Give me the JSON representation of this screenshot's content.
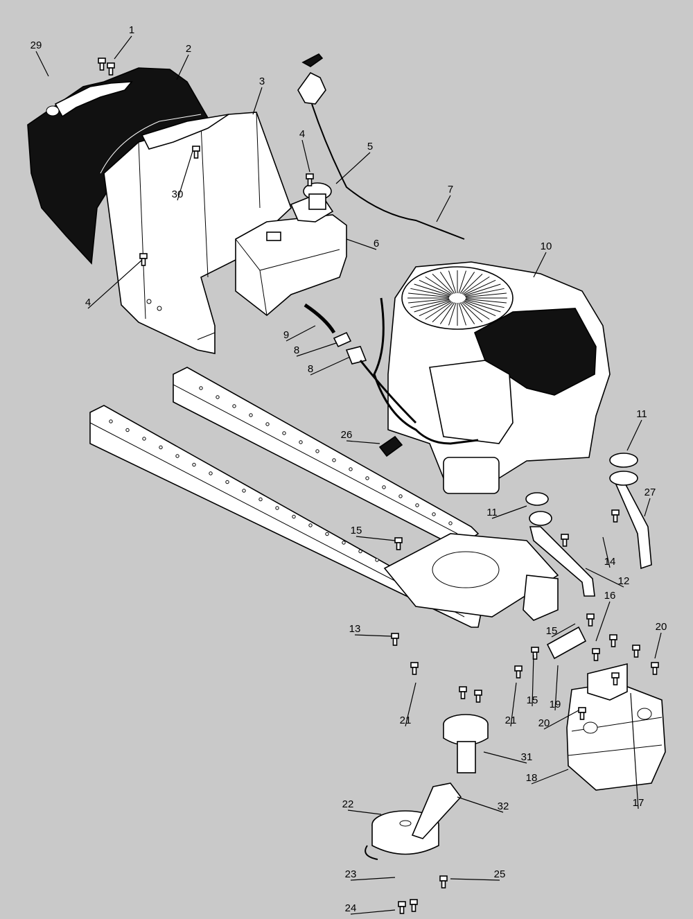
{
  "diagram": {
    "background_color": "#c9c9c9",
    "line_color": "#000000",
    "callouts": [
      {
        "id": "c29",
        "label": "29"
      },
      {
        "id": "c1",
        "label": "1"
      },
      {
        "id": "c2",
        "label": "2"
      },
      {
        "id": "c3",
        "label": "3"
      },
      {
        "id": "c4a",
        "label": "4"
      },
      {
        "id": "c5",
        "label": "5"
      },
      {
        "id": "c30",
        "label": "30"
      },
      {
        "id": "c6",
        "label": "6"
      },
      {
        "id": "c7",
        "label": "7"
      },
      {
        "id": "c10",
        "label": "10"
      },
      {
        "id": "c4b",
        "label": "4"
      },
      {
        "id": "c9",
        "label": "9"
      },
      {
        "id": "c8a",
        "label": "8"
      },
      {
        "id": "c8b",
        "label": "8"
      },
      {
        "id": "c26",
        "label": "26"
      },
      {
        "id": "c11a",
        "label": "11"
      },
      {
        "id": "c27",
        "label": "27"
      },
      {
        "id": "c11b",
        "label": "11"
      },
      {
        "id": "c15a",
        "label": "15"
      },
      {
        "id": "c14",
        "label": "14"
      },
      {
        "id": "c12",
        "label": "12"
      },
      {
        "id": "c16",
        "label": "16"
      },
      {
        "id": "c13",
        "label": "13"
      },
      {
        "id": "c15b",
        "label": "15"
      },
      {
        "id": "c20a",
        "label": "20"
      },
      {
        "id": "c15c",
        "label": "15"
      },
      {
        "id": "c19",
        "label": "19"
      },
      {
        "id": "c21a",
        "label": "21"
      },
      {
        "id": "c21b",
        "label": "21"
      },
      {
        "id": "c20b",
        "label": "20"
      },
      {
        "id": "c31",
        "label": "31"
      },
      {
        "id": "c18",
        "label": "18"
      },
      {
        "id": "c17",
        "label": "17"
      },
      {
        "id": "c22",
        "label": "22"
      },
      {
        "id": "c32",
        "label": "32"
      },
      {
        "id": "c23",
        "label": "23"
      },
      {
        "id": "c25",
        "label": "25"
      },
      {
        "id": "c24",
        "label": "24"
      }
    ]
  }
}
